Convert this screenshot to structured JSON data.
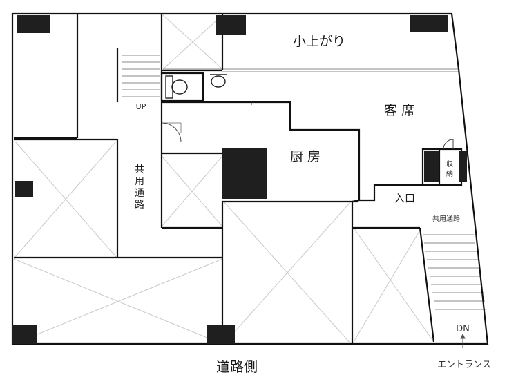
{
  "plan": {
    "labels": {
      "koagari": "小上がり",
      "kyakuseki": "客 席",
      "chubo": "厨 房",
      "iriguchi": "入口",
      "storage_top": "収",
      "storage_bottom": "納",
      "up": "UP",
      "dn": "DN",
      "corridor_vertical": [
        "共",
        "用",
        "通",
        "路"
      ],
      "corridor_small": "共用通路",
      "road_side": "道路側",
      "entrance": "エントランス"
    },
    "colors": {
      "wall": "#111111",
      "pillar": "#1f1f1f",
      "thin_line": "#777777",
      "cross_line": "#c8c8c8"
    }
  }
}
